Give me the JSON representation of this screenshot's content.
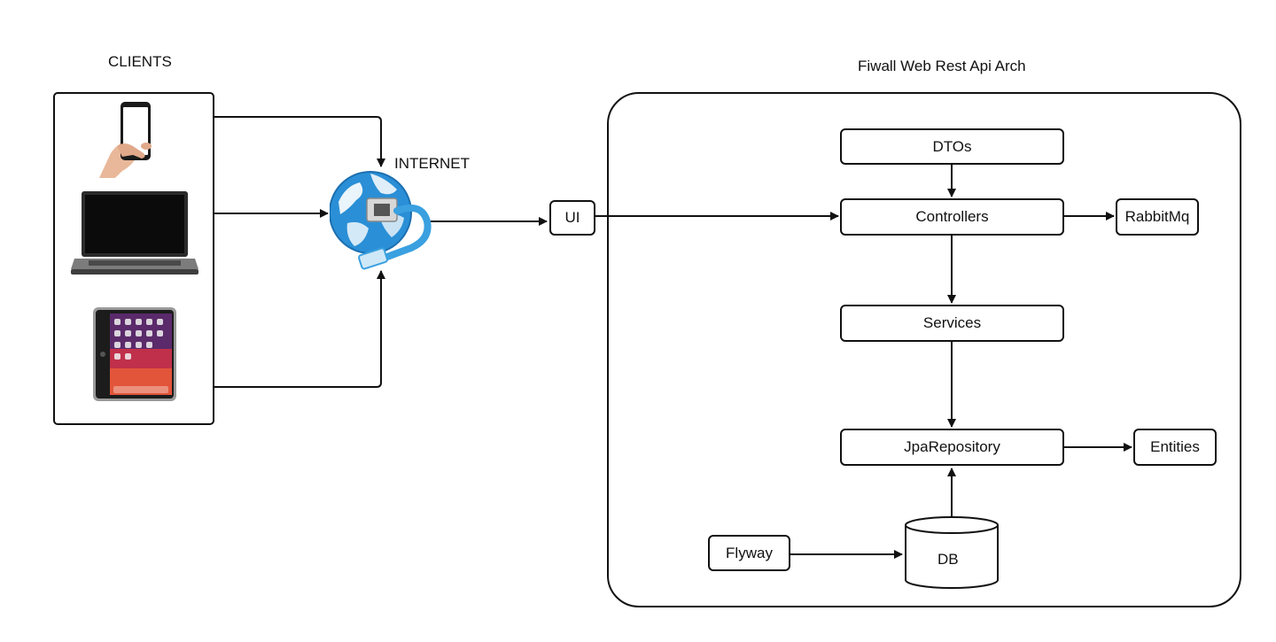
{
  "titles": {
    "clients": "CLIENTS",
    "architecture": "Fiwall Web Rest Api Arch"
  },
  "nodes": {
    "internet": "INTERNET",
    "ui": "UI",
    "dtos": "DTOs",
    "controllers": "Controllers",
    "rabbitmq": "RabbitMq",
    "services": "Services",
    "jparepository": "JpaRepository",
    "entities": "Entities",
    "flyway": "Flyway",
    "db": "DB"
  },
  "client_devices": [
    "smartphone-icon",
    "laptop-icon",
    "tablet-icon"
  ],
  "edges": [
    {
      "from": "smartphone-icon",
      "to": "internet"
    },
    {
      "from": "laptop-icon",
      "to": "internet"
    },
    {
      "from": "tablet-icon",
      "to": "internet"
    },
    {
      "from": "internet",
      "to": "ui"
    },
    {
      "from": "ui",
      "to": "controllers"
    },
    {
      "from": "dtos",
      "to": "controllers"
    },
    {
      "from": "controllers",
      "to": "rabbitmq"
    },
    {
      "from": "controllers",
      "to": "services"
    },
    {
      "from": "services",
      "to": "jparepository"
    },
    {
      "from": "jparepository",
      "to": "entities"
    },
    {
      "from": "db",
      "to": "jparepository"
    },
    {
      "from": "flyway",
      "to": "db"
    }
  ],
  "colors": {
    "line": "#111111",
    "globe_blue": "#2a8fd6",
    "globe_light": "#8fd0f4",
    "cable": "#3aa0e0"
  }
}
